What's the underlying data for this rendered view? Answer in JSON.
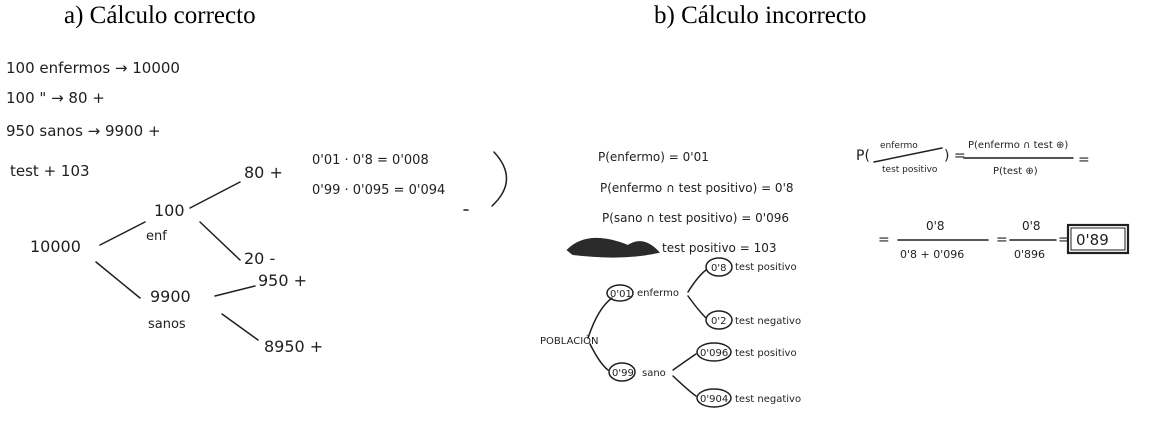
{
  "captions": {
    "correct": "a) Cálculo correcto",
    "incorrect": "b) Cálculo incorrecto"
  },
  "left_work": {
    "notes": [
      "100 enfermos → 10000",
      "100 \" → 80 +",
      "950 sanos → 9900 +",
      "test + 103"
    ],
    "tree": {
      "root": "10000",
      "sick_count": "100",
      "sick_label": "enf",
      "healthy_count": "9900",
      "healthy_label": "sanos",
      "sick_pos": "80 +",
      "sick_neg": "20 -",
      "healthy_pos": "950 +",
      "healthy_neg": "8950 +"
    },
    "products": [
      "0'01 · 0'8 = 0'008",
      "0'99 · 0'095 = 0'094"
    ]
  },
  "right_work": {
    "lines": [
      "P(enfermo) = 0'01",
      "P(enfermo ∩ test positivo) = 0'8",
      "P(sano ∩ test positivo) = 0'096",
      "test positivo = 103"
    ],
    "tree": {
      "root": "POBLACIÓN",
      "sick_prob": "0'01",
      "sick_label": "enfermo",
      "healthy_prob": "0'99",
      "healthy_label": "sano",
      "sick_pos_prob": "0'8",
      "sick_neg_prob": "0'2",
      "healthy_pos_prob": "0'096",
      "healthy_neg_prob": "0'904",
      "pos_label": "test positivo",
      "neg_label": "test negativo"
    },
    "formula": {
      "lhs_top": "enfermo",
      "lhs_bottom": "test positivo",
      "rhs_top": "P(enfermo ∩ test ⊕)",
      "rhs_bottom": "P(test ⊕)",
      "frac1_top": "0'8",
      "frac1_bottom": "0'8 + 0'096",
      "frac2_top": "0'8",
      "frac2_bottom": "0'896",
      "result": "0'89"
    }
  }
}
